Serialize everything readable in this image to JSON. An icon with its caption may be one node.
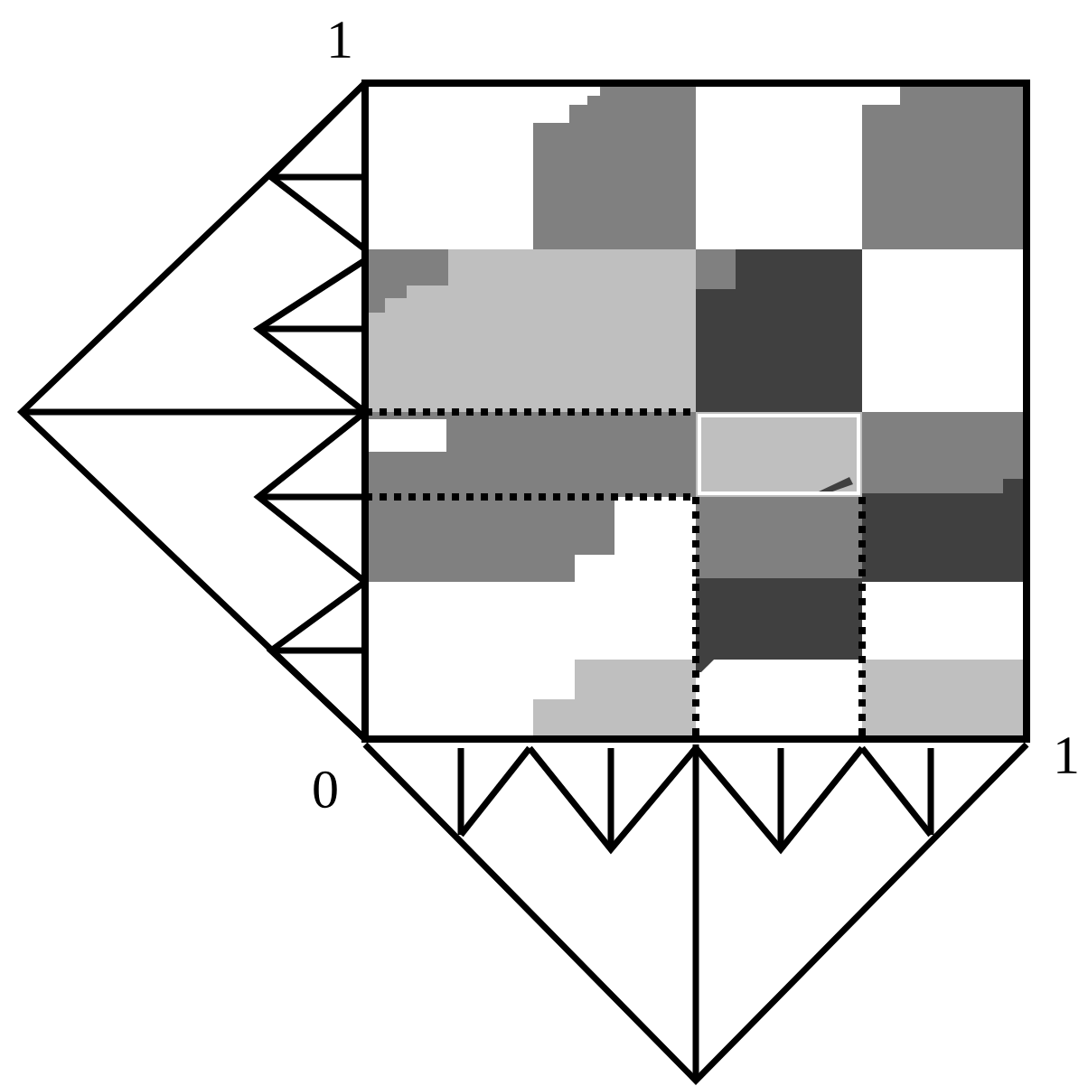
{
  "diagram": {
    "labels": [
      "1",
      "0",
      "1"
    ]
  }
}
